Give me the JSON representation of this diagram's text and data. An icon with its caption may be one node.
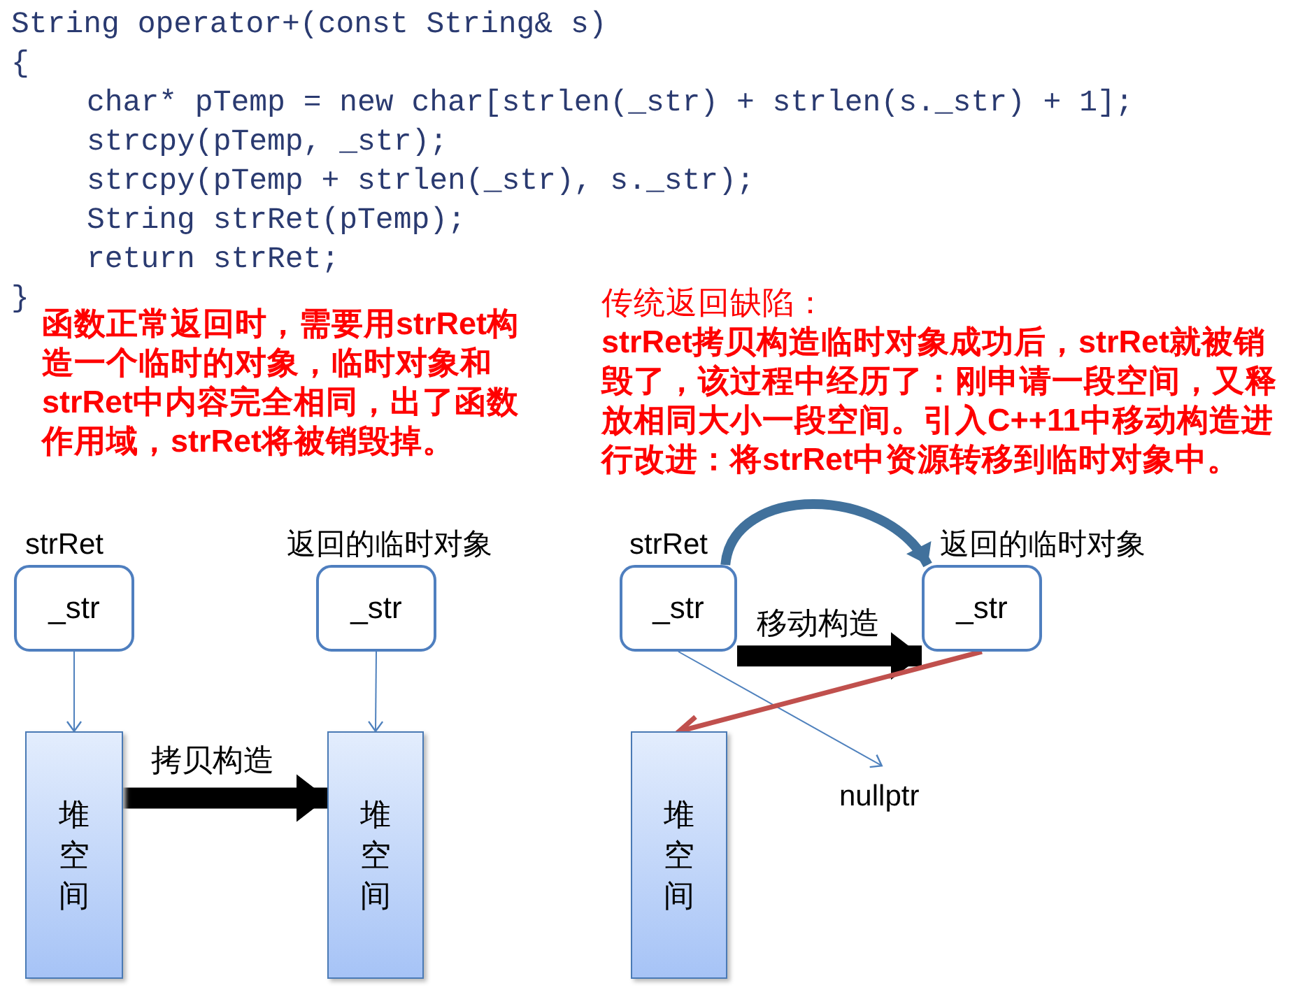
{
  "diagram": {
    "nodes": [
      {
        "text": [
          "strRet",
          "_str"
        ]
      },
      {
        "text": [
          "堆空间"
        ]
      },
      {
        "text": [
          "返回的临时对象",
          "_str"
        ]
      },
      {
        "text": [
          "堆空间"
        ]
      },
      {
        "text": [
          "strRet",
          "_str"
        ]
      },
      {
        "text": [
          "返回的临时对象",
          "_str"
        ]
      },
      {
        "text": [
          "堆空间"
        ]
      },
      {
        "text": [
          "nullptr"
        ]
      }
    ],
    "edges": [
      {
        "from": 0,
        "to": 1,
        "arrow": "to"
      },
      {
        "from": 2,
        "to": 3,
        "arrow": "to"
      },
      {
        "from": 1,
        "to": 3,
        "arrow": "to",
        "label": "拷贝构造",
        "style": "thick",
        "color": "#000000"
      },
      {
        "from": 4,
        "to": 5,
        "arrow": "to",
        "style": "thick",
        "color": "#41719c"
      },
      {
        "from": 4,
        "to": 5,
        "arrow": "to",
        "label": "移动构造",
        "style": "thick",
        "color": "#000000"
      },
      {
        "from": 4,
        "to": 7,
        "arrow": "to"
      },
      {
        "from": 5,
        "to": 6,
        "arrow": "to",
        "color": "#c0504d"
      }
    ],
    "labels": [
      "String operator+(const String& s)",
      "{",
      "char* pTemp = new char[strlen(_str) + strlen(s._str) + 1];",
      "strcpy(pTemp, _str);",
      "strcpy(pTemp + strlen(_str), s._str);",
      "String strRet(pTemp);",
      "return strRet;",
      "}",
      "函数正常返回时，需要用strRet构造一个临时的对象，临时对象和strRet中内容完全相同，出了函数作用域，strRet将被销毁掉。",
      "传统返回缺陷：",
      "strRet拷贝构造临时对象成功后，strRet就被销毁了，该过程中经历了：刚申请一段空间，又释放相同大小一段空间。引入C++11中移动构造进行改进：将strRet中资源转移到临时对象中。"
    ]
  }
}
